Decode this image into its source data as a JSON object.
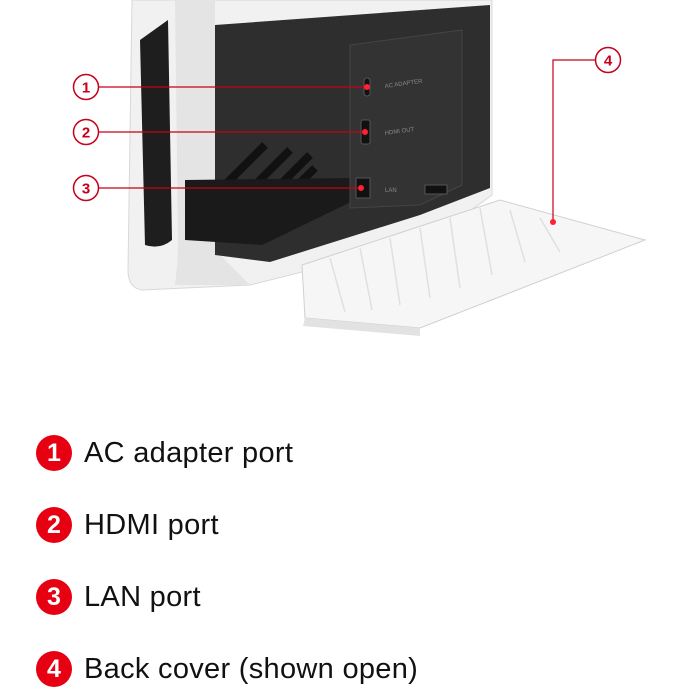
{
  "callouts": [
    "1",
    "2",
    "3",
    "4"
  ],
  "port_labels": {
    "ac": "AC ADAPTER",
    "hdmi": "HDMI OUT",
    "lan": "LAN"
  },
  "legend": [
    {
      "number": "1",
      "label": "AC adapter port"
    },
    {
      "number": "2",
      "label": "HDMI port"
    },
    {
      "number": "3",
      "label": "LAN port"
    },
    {
      "number": "4",
      "label": "Back cover (shown open)"
    }
  ],
  "colors": {
    "accent": "#e60012",
    "dock_dark": "#2b2b2b",
    "dock_white": "#f2f2f2"
  }
}
